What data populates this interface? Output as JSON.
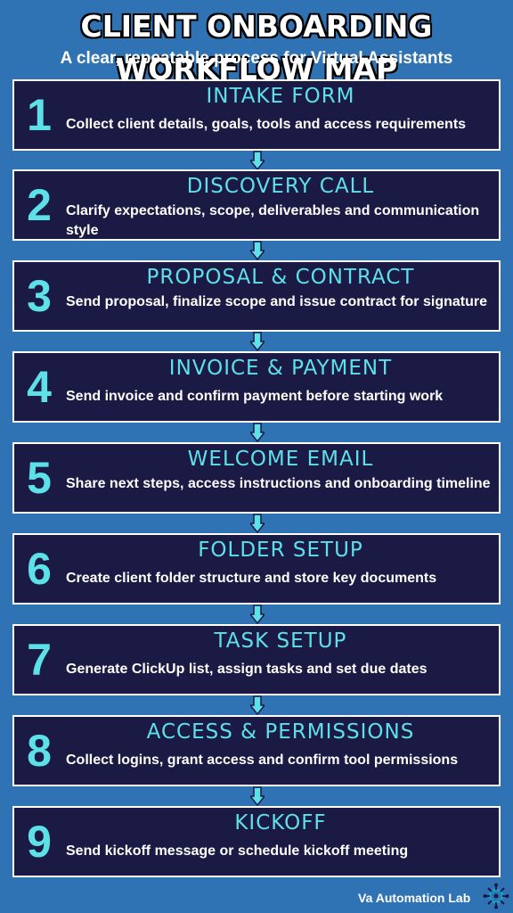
{
  "title": "CLIENT ONBOARDING WORKFLOW MAP",
  "subtitle": "A clear, repeatable process for Virtual Assistants",
  "steps": [
    {
      "number": "1",
      "title": "INTAKE FORM",
      "description": "Collect client details, goals, tools and access requirements"
    },
    {
      "number": "2",
      "title": "DISCOVERY CALL",
      "description": "Clarify expectations, scope, deliverables and communication style"
    },
    {
      "number": "3",
      "title": "PROPOSAL & CONTRACT",
      "description": "Send proposal, finalize scope and issue contract for signature"
    },
    {
      "number": "4",
      "title": "INVOICE & PAYMENT",
      "description": "Send invoice and confirm payment before starting work"
    },
    {
      "number": "5",
      "title": "WELCOME EMAIL",
      "description": "Share next steps, access instructions and onboarding timeline"
    },
    {
      "number": "6",
      "title": "FOLDER SETUP",
      "description": "Create client folder structure and store key documents"
    },
    {
      "number": "7",
      "title": "TASK SETUP",
      "description": "Generate ClickUp list, assign tasks and set due dates"
    },
    {
      "number": "8",
      "title": "ACCESS & PERMISSIONS",
      "description": "Collect logins, grant access and confirm tool permissions"
    },
    {
      "number": "9",
      "title": "KICKOFF",
      "description": "Send kickoff message or schedule kickoff meeting"
    }
  ],
  "footer": {
    "brand": "Va Automation Lab",
    "logo_icon": "gear-network-icon"
  },
  "colors": {
    "background": "#2f73b5",
    "box": "#1a1a44",
    "accent": "#5ee0e8",
    "text": "#ffffff"
  }
}
